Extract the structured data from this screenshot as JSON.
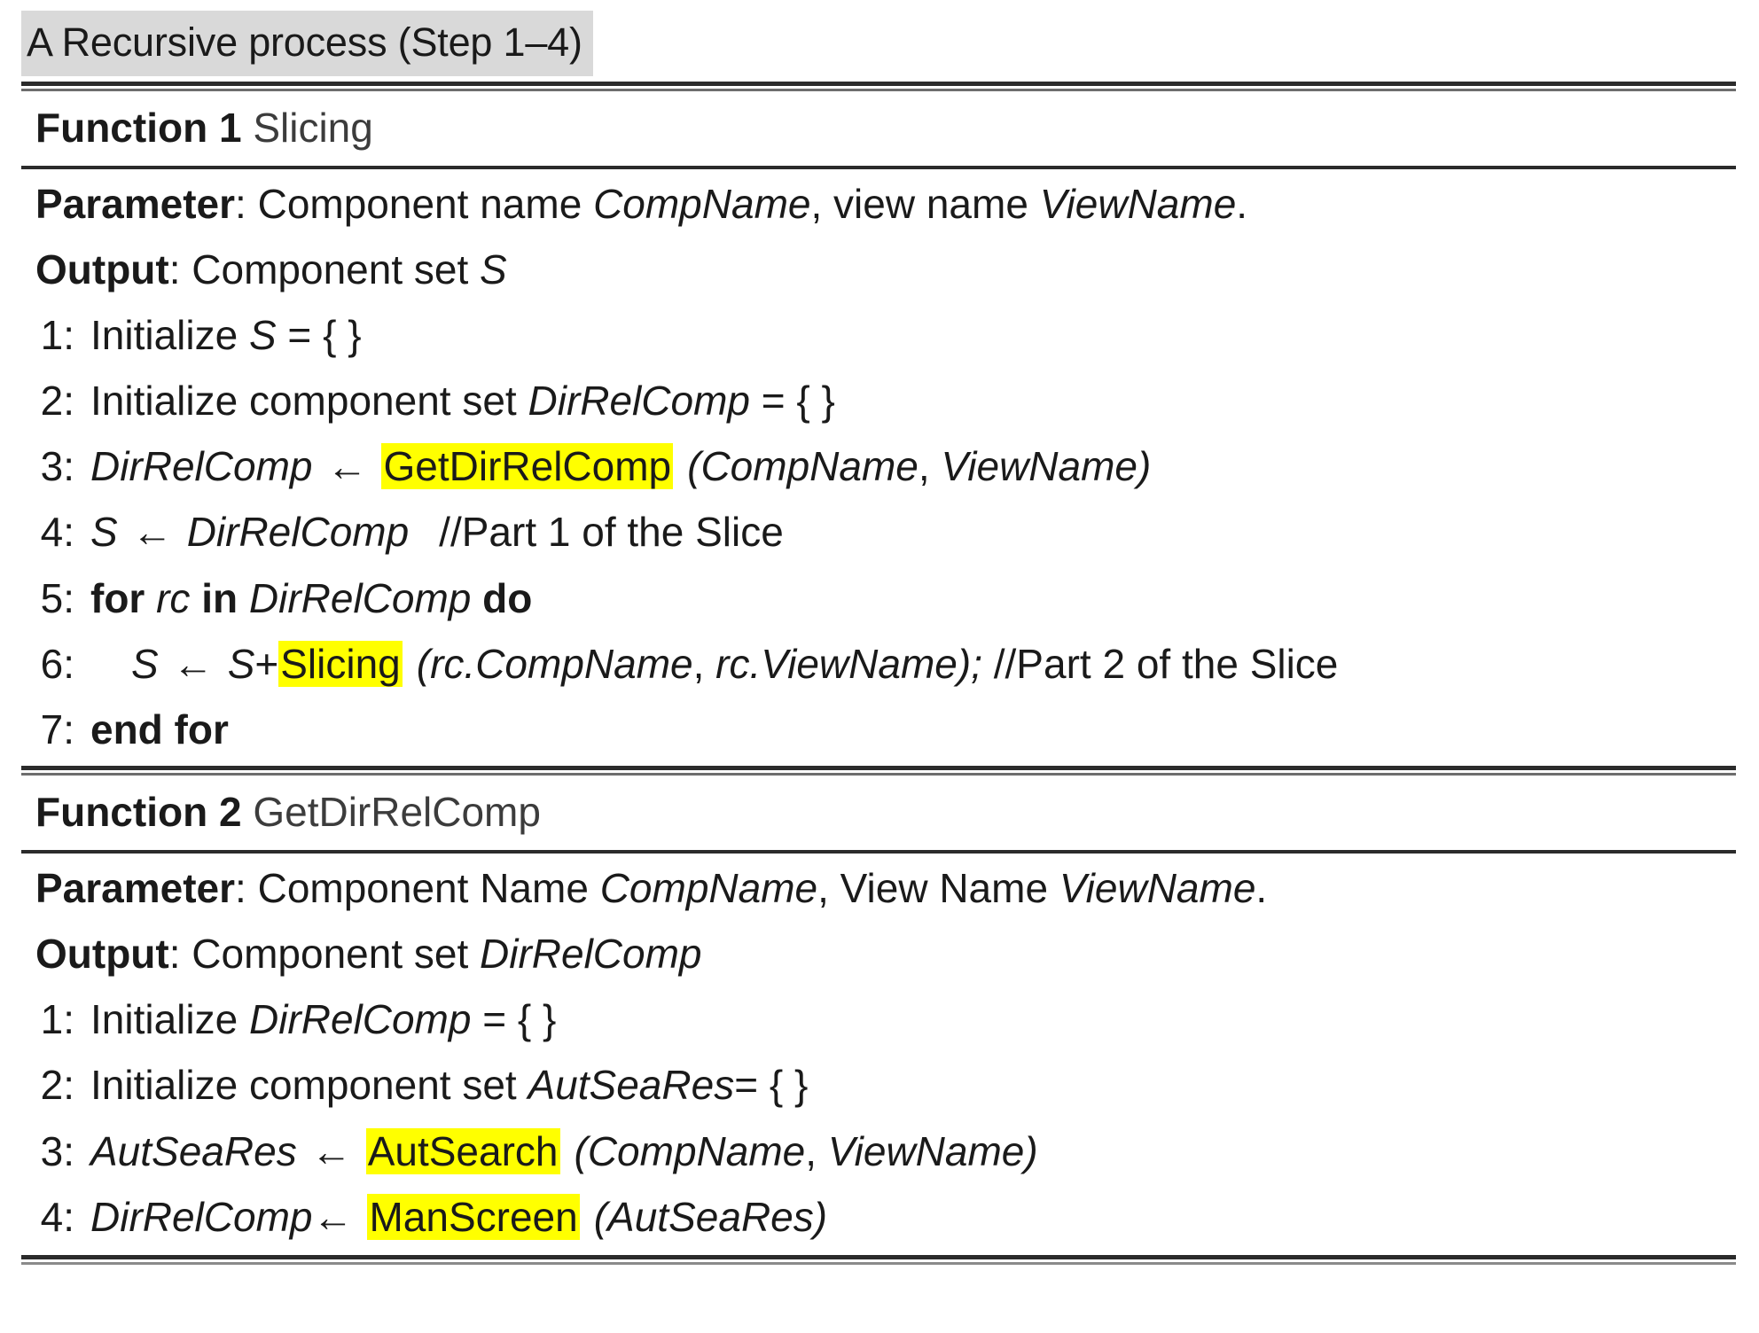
{
  "caption": "A Recursive process (Step 1–4)",
  "colors": {
    "highlight": "#ffff00",
    "caption_background": "#d9d9d9",
    "rule": "#2b2b2b",
    "text": "#1a1a1a"
  },
  "functions": [
    {
      "header_keyword": "Function 1",
      "header_name": "Slicing",
      "parameter_label": "Parameter",
      "parameter_text_1": ": Component name ",
      "parameter_var_1": "CompName",
      "parameter_text_2": ", view name ",
      "parameter_var_2": "ViewName",
      "parameter_text_3": ".",
      "output_label": "Output",
      "output_text_1": ": Component set ",
      "output_var_1": "S",
      "lines": [
        {
          "num": "1:",
          "plain_1": "Initialize ",
          "var_1": "S",
          "plain_2": " = { }"
        },
        {
          "num": "2:",
          "plain_1": "Initialize component set ",
          "var_1": "DirRelComp",
          "plain_2": " = { }"
        },
        {
          "num": "3:",
          "var_1": "DirRelComp",
          "arrow": "←",
          "highlight": "GetDirRelComp",
          "paren_open": "(",
          "arg_1": "CompName",
          "comma": ", ",
          "arg_2": "ViewName",
          "paren_close": ")"
        },
        {
          "num": "4:",
          "var_1": "S",
          "arrow": "←",
          "var_2": "DirRelComp",
          "comment": "//Part 1 of the Slice"
        },
        {
          "num": "5:",
          "kw_1": "for",
          "var_1": "rc",
          "kw_2": "in",
          "var_2": "DirRelComp",
          "kw_3": "do"
        },
        {
          "num": "6:",
          "var_1": "S",
          "arrow": "←",
          "var_2": "S",
          "plus": "+",
          "highlight": "Slicing",
          "paren_open": "(",
          "arg_1": "rc.CompName",
          "comma": ", ",
          "arg_2": "rc.ViewName",
          "paren_close": ");",
          "comment": "//Part 2 of the Slice"
        },
        {
          "num": "7:",
          "kw_1": "end for"
        }
      ]
    },
    {
      "header_keyword": "Function 2",
      "header_name": "GetDirRelComp",
      "parameter_label": "Parameter",
      "parameter_text_1": ": Component Name ",
      "parameter_var_1": "CompName",
      "parameter_text_2": ", View Name ",
      "parameter_var_2": "ViewName",
      "parameter_text_3": ".",
      "output_label": "Output",
      "output_text_1": ": Component set ",
      "output_var_1": "DirRelComp",
      "lines": [
        {
          "num": "1:",
          "plain_1": "Initialize ",
          "var_1": "DirRelComp",
          "plain_2": " = { }"
        },
        {
          "num": "2:",
          "plain_1": "Initialize component set ",
          "var_1": "AutSeaRes",
          "plain_2": "= { }"
        },
        {
          "num": "3:",
          "var_1": "AutSeaRes",
          "arrow": "←",
          "highlight": "AutSearch",
          "paren_open": "(",
          "arg_1": "CompName",
          "comma": ", ",
          "arg_2": "ViewName",
          "paren_close": ")"
        },
        {
          "num": "4:",
          "var_1": "DirRelComp",
          "arrow": "←",
          "highlight": "ManScreen",
          "paren_open": "(",
          "arg_1": "AutSeaRes",
          "paren_close": ")"
        }
      ]
    }
  ]
}
